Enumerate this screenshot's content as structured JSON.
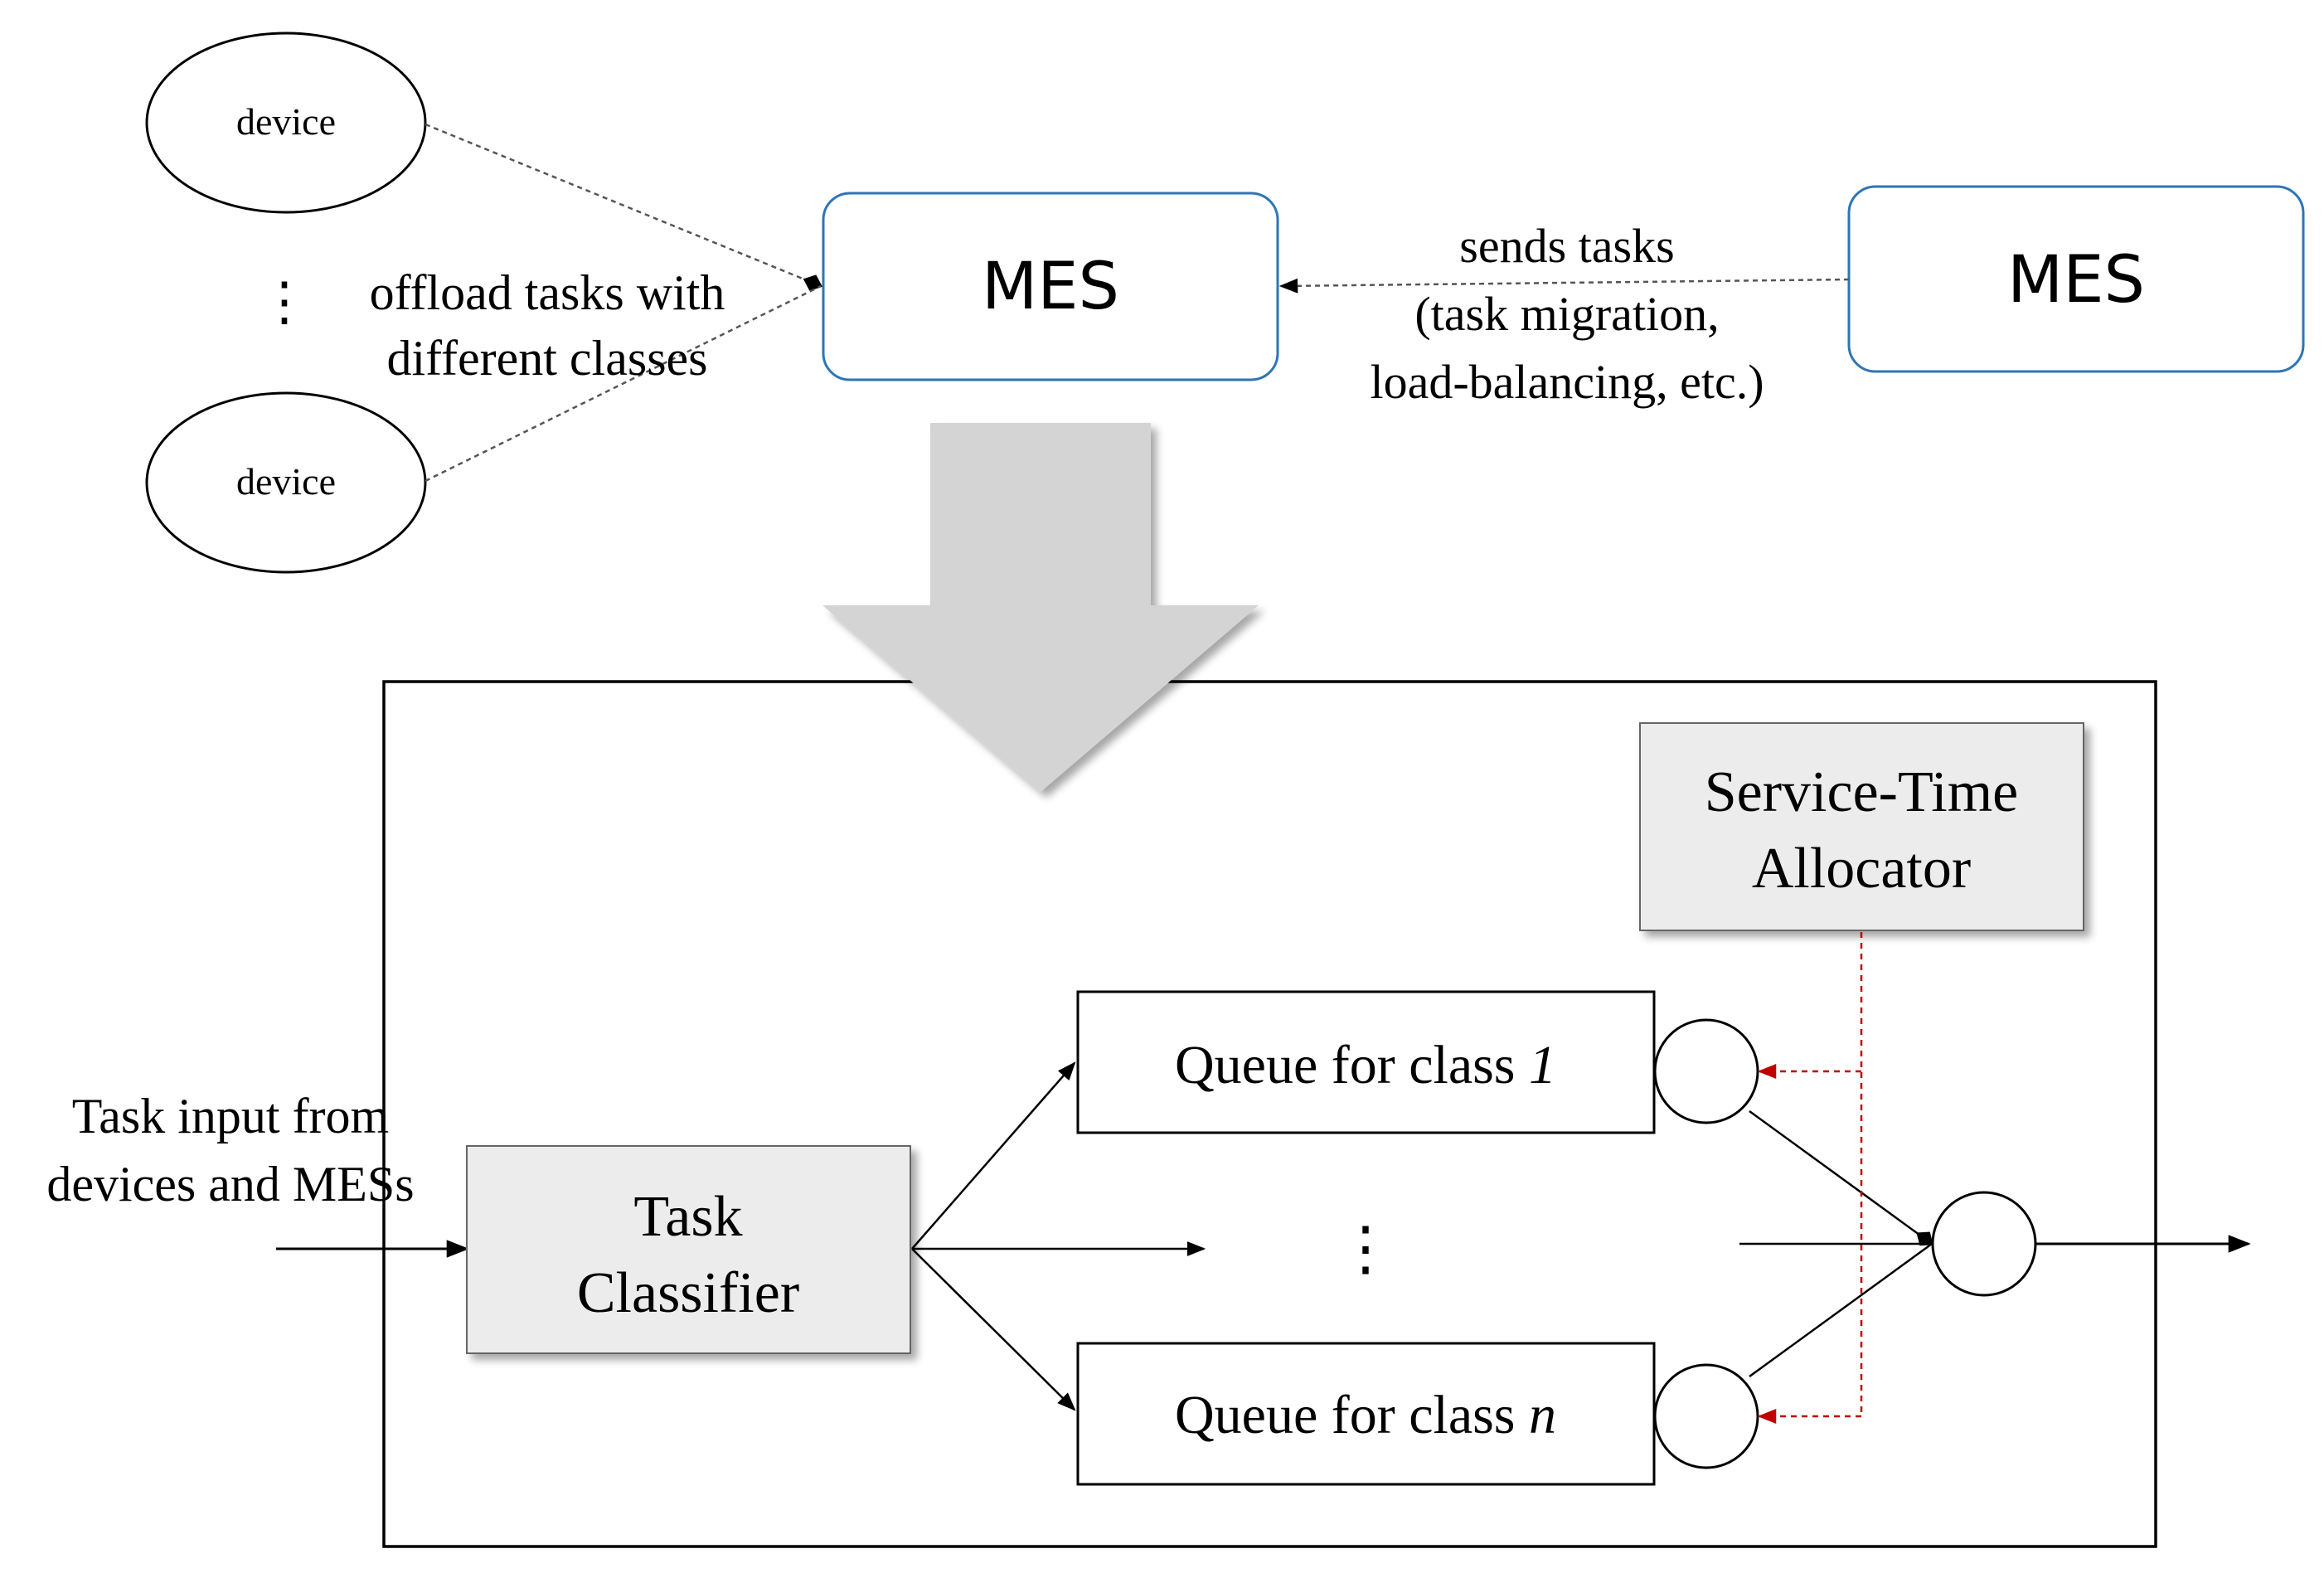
{
  "top": {
    "device_1": "device",
    "device_2": "device",
    "vertical_dots": "⋮",
    "offload_line1": "offload tasks with",
    "offload_line2": "different classes",
    "mes_left": "MES",
    "mes_right": "MES",
    "sends_line1": "sends tasks",
    "sends_line2": "(task migration,",
    "sends_line3": "load-balancing, etc.)"
  },
  "server": {
    "input_line1": "Task input from",
    "input_line2": "devices and MESs",
    "classifier_line1": "Task",
    "classifier_line2": "Classifier",
    "allocator_line1": "Service-Time",
    "allocator_line2": "Allocator",
    "queue_1_prefix": "Queue for class ",
    "queue_1_var": "1",
    "queue_n_prefix": "Queue for class ",
    "queue_n_var": "n",
    "middle_dots": "⋮"
  },
  "colors": {
    "mes_border": "#2e75b6",
    "control_arrow": "#c00000",
    "box_fill": "#ececec",
    "big_arrow": "#d4d4d4"
  }
}
